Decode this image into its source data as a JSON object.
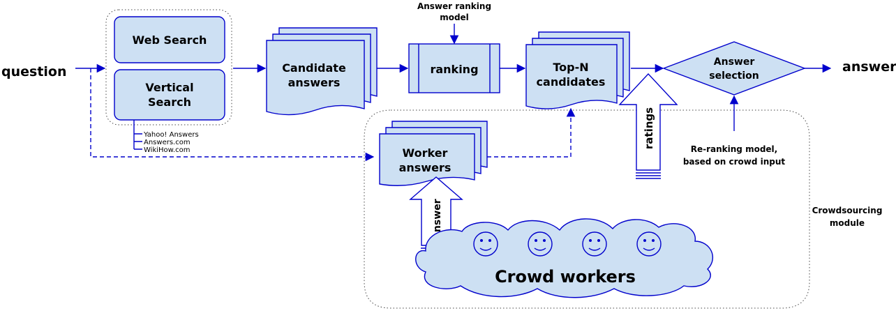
{
  "labels": {
    "question": "question",
    "web_search": "Web Search",
    "vertical_search_1": "Vertical",
    "vertical_search_2": "Search",
    "source_1": "Yahoo! Answers",
    "source_2": "Answers.com",
    "source_3": "WikiHow.com",
    "candidate_1": "Candidate",
    "candidate_2": "answers",
    "ranking_model_1": "Answer ranking",
    "ranking_model_2": "model",
    "ranking": "ranking",
    "topn_1": "Top-N",
    "topn_2": "candidates",
    "ratings": "ratings",
    "selection_1": "Answer",
    "selection_2": "selection",
    "answer_out": "answer",
    "rerank_1": "Re-ranking model,",
    "rerank_2": "based on crowd input",
    "worker_1": "Worker",
    "worker_2": "answers",
    "answer_arrow": "answer",
    "crowd_workers": "Crowd workers",
    "crowdsourcing_1": "Crowdsourcing",
    "crowdsourcing_2": "module"
  },
  "colors": {
    "fill": "#cde0f3",
    "stroke": "#0000cc"
  }
}
